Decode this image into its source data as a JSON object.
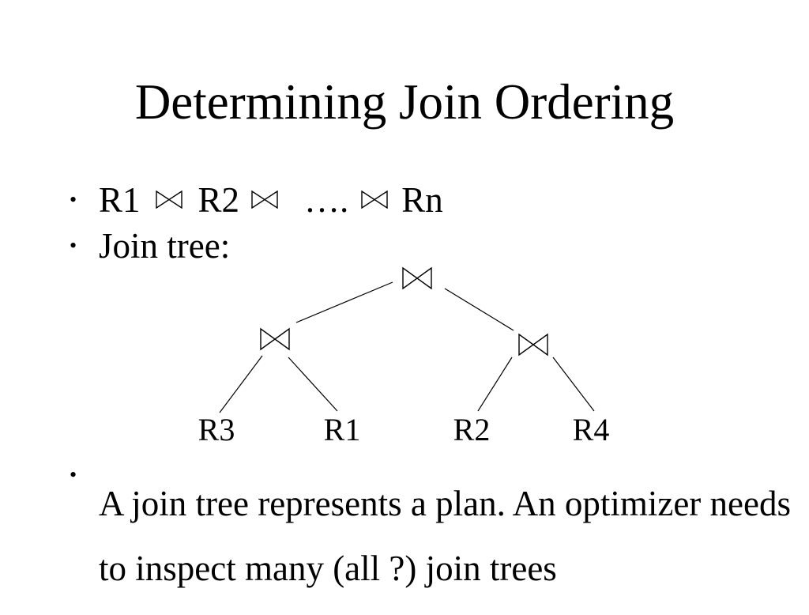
{
  "slide": {
    "title": "Determining Join Ordering",
    "bullet_glyph": "•",
    "bullet1": {
      "r1": "R1",
      "r2": "R2",
      "dots": "….",
      "rn": "Rn"
    },
    "bullet2": "Join tree:",
    "bullet3": {
      "lines": [
        "A join tree represents a plan. An optimizer needs",
        "to inspect many (all ?) join trees"
      ]
    },
    "tree": {
      "leaves": [
        "R3",
        "R1",
        "R2",
        "R4"
      ],
      "node_icon": "bowtie-join-icon",
      "node_count": 3
    },
    "colors": {
      "background": "#ffffff",
      "text": "#000000"
    }
  }
}
